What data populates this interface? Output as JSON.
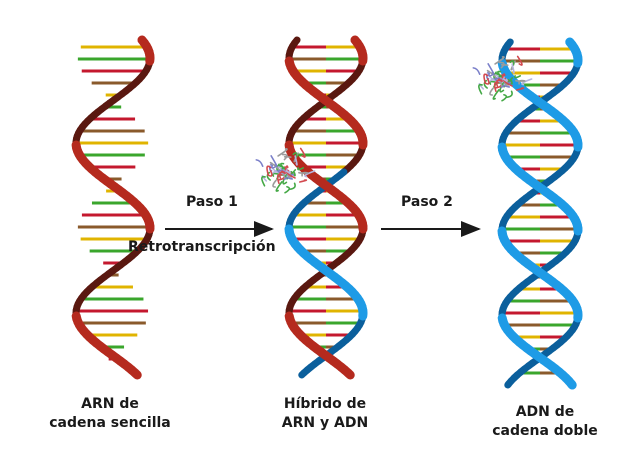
{
  "colors": {
    "rna_strand": "#b52a1e",
    "rna_strand_dark": "#5a1810",
    "dna_strand": "#1e9be6",
    "dna_strand_dark": "#0b5f9c",
    "base_yellow": "#e0b400",
    "base_green": "#3aa62c",
    "base_red": "#c4182e",
    "base_brown": "#8a5a2b",
    "arrow": "#1a1a1a"
  },
  "icons": {
    "enzyme": "reverse-transcriptase-protein-icon",
    "arrow": "arrow-right-icon"
  },
  "labels": {
    "single_rna": [
      "ARN de",
      "cadena sencilla"
    ],
    "hybrid": [
      "Híbrido de",
      "ARN y ADN"
    ],
    "double_dna": [
      "ADN de",
      "cadena doble"
    ]
  },
  "steps": {
    "step1": "Paso 1",
    "step1_sub": "Retrotranscripción",
    "step2": "Paso 2"
  }
}
